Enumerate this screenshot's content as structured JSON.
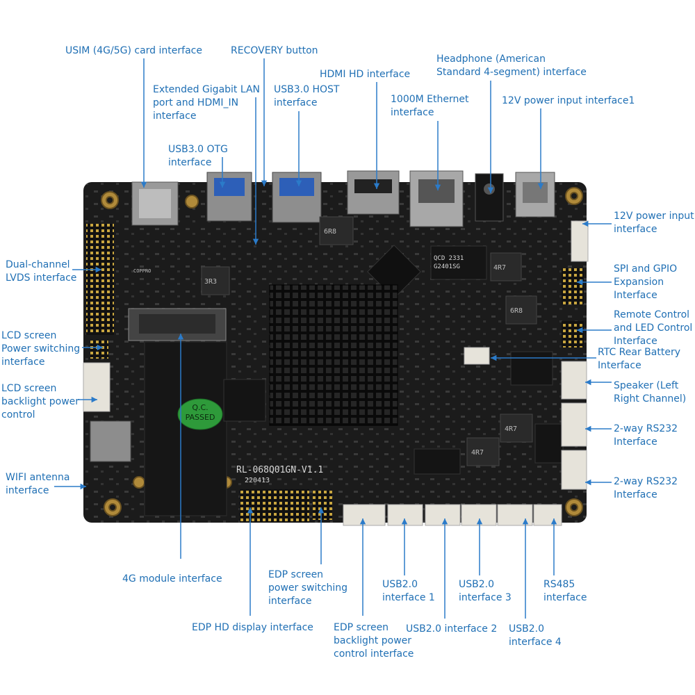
{
  "colors": {
    "label": "#1f6fb4",
    "leader": "#2b7bc9",
    "board": "#1b1b1b",
    "heatsink": "#0b0b0b",
    "silkscreen": "#d8d8d8",
    "qc_sticker": "#2e9a3a"
  },
  "board": {
    "model": "RL-068Q01GN-V1.1",
    "date_code": "220413",
    "chip_texts": [
      "QCD 2331",
      "G2401SG",
      "4R7",
      "4R7",
      "4R7",
      "6R8",
      "6R8",
      "3R3",
      "COPPRO"
    ],
    "qc_sticker": {
      "line1": "Q.C.",
      "line2": "PASSED"
    }
  },
  "labels": [
    {
      "id": "usim",
      "text": "USIM (4G/5G) card interface"
    },
    {
      "id": "recovery",
      "text": "RECOVERY button"
    },
    {
      "id": "headphone",
      "text": "Headphone (American\nStandard 4-segment) interface"
    },
    {
      "id": "hdmi",
      "text": "HDMI HD interface"
    },
    {
      "id": "ext-lan",
      "text": "Extended Gigabit LAN\nport and HDMI_IN\ninterface"
    },
    {
      "id": "usb3-host",
      "text": "USB3.0 HOST\ninterface"
    },
    {
      "id": "ethernet",
      "text": "1000M Ethernet\ninterface"
    },
    {
      "id": "power1",
      "text": "12V power input interface1"
    },
    {
      "id": "usb3-otg",
      "text": "USB3.0 OTG\ninterface"
    },
    {
      "id": "power2",
      "text": "12V power input\ninterface"
    },
    {
      "id": "lvds",
      "text": "Dual-channel\nLVDS interface"
    },
    {
      "id": "spi",
      "text": "SPI and GPIO\nExpansion\nInterface"
    },
    {
      "id": "remote",
      "text": "Remote Control\nand LED Control\nInterface"
    },
    {
      "id": "lcd-power",
      "text": "LCD screen\nPower switching\ninterface"
    },
    {
      "id": "rtc",
      "text": "RTC Rear Battery\nInterface"
    },
    {
      "id": "lcd-backlight",
      "text": "LCD screen\nbacklight power\ncontrol"
    },
    {
      "id": "speaker",
      "text": "Speaker (Left\nRight Channel)"
    },
    {
      "id": "rs232-a",
      "text": "2-way RS232\nInterface"
    },
    {
      "id": "wifi",
      "text": "WIFI antenna\ninterface"
    },
    {
      "id": "rs232-b",
      "text": "2-way RS232\nInterface"
    },
    {
      "id": "4g",
      "text": "4G module interface"
    },
    {
      "id": "edp-power",
      "text": "EDP screen\npower switching\ninterface"
    },
    {
      "id": "usb2-1",
      "text": "USB2.0\ninterface 1"
    },
    {
      "id": "usb2-3",
      "text": "USB2.0\ninterface 3"
    },
    {
      "id": "rs485",
      "text": "RS485\ninterface"
    },
    {
      "id": "edp-hd",
      "text": "EDP HD display interface"
    },
    {
      "id": "edp-backlight",
      "text": "EDP screen\nbacklight power\ncontrol interface"
    },
    {
      "id": "usb2-2",
      "text": "USB2.0 interface 2"
    },
    {
      "id": "usb2-4",
      "text": "USB2.0\ninterface 4"
    }
  ]
}
